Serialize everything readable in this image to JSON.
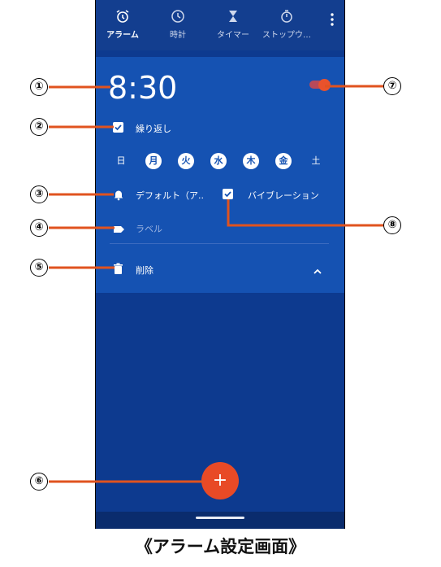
{
  "tabs": [
    {
      "label": "アラーム",
      "icon": "alarm-clock-icon"
    },
    {
      "label": "時計",
      "icon": "clock-icon"
    },
    {
      "label": "タイマー",
      "icon": "hourglass-icon"
    },
    {
      "label": "ストップウ…",
      "icon": "stopwatch-icon"
    }
  ],
  "alarm": {
    "time": "8:30",
    "enabled": true,
    "repeat_label": "繰り返し",
    "repeat_checked": true,
    "days": [
      {
        "label": "日",
        "selected": false
      },
      {
        "label": "月",
        "selected": true
      },
      {
        "label": "火",
        "selected": true
      },
      {
        "label": "水",
        "selected": true
      },
      {
        "label": "木",
        "selected": true
      },
      {
        "label": "金",
        "selected": true
      },
      {
        "label": "土",
        "selected": false
      }
    ],
    "ringtone": "デフォルト（ア..",
    "vibration_label": "バイブレーション",
    "vibration_checked": true,
    "label_placeholder": "ラベル",
    "delete_label": "削除"
  },
  "fab_label": "+",
  "callouts": [
    "①",
    "②",
    "③",
    "④",
    "⑤",
    "⑥",
    "⑦",
    "⑧"
  ],
  "caption": "《アラーム設定画面》",
  "colors": {
    "accent": "#e84a26",
    "background": "#0d3a8f",
    "card": "#1552b2",
    "callout_line": "#e0531f"
  }
}
